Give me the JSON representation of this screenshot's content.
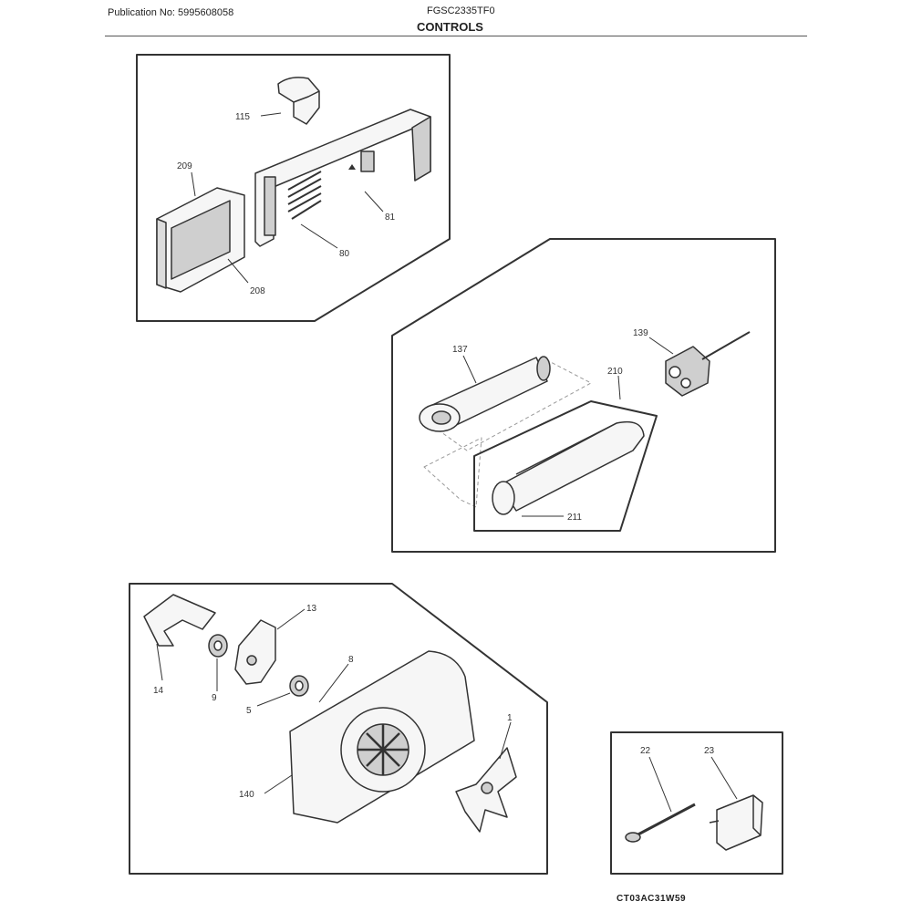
{
  "header": {
    "publication": "Publication No: 5995608058",
    "model": "FGSC2335TF0",
    "section": "CONTROLS"
  },
  "callouts": {
    "p115": "115",
    "p209": "209",
    "p208": "208",
    "p81": "81",
    "p80": "80",
    "p137": "137",
    "p139": "139",
    "p210": "210",
    "p211": "211",
    "p13": "13",
    "p14": "14",
    "p9": "9",
    "p5": "5",
    "p8": "8",
    "p1": "1",
    "p140": "140",
    "p22": "22",
    "p23": "23"
  },
  "footer": {
    "code": "CT03AC31W59"
  },
  "colors": {
    "line": "#333333",
    "part_fill": "#f6f6f6",
    "shade": "#cfcfcf"
  }
}
